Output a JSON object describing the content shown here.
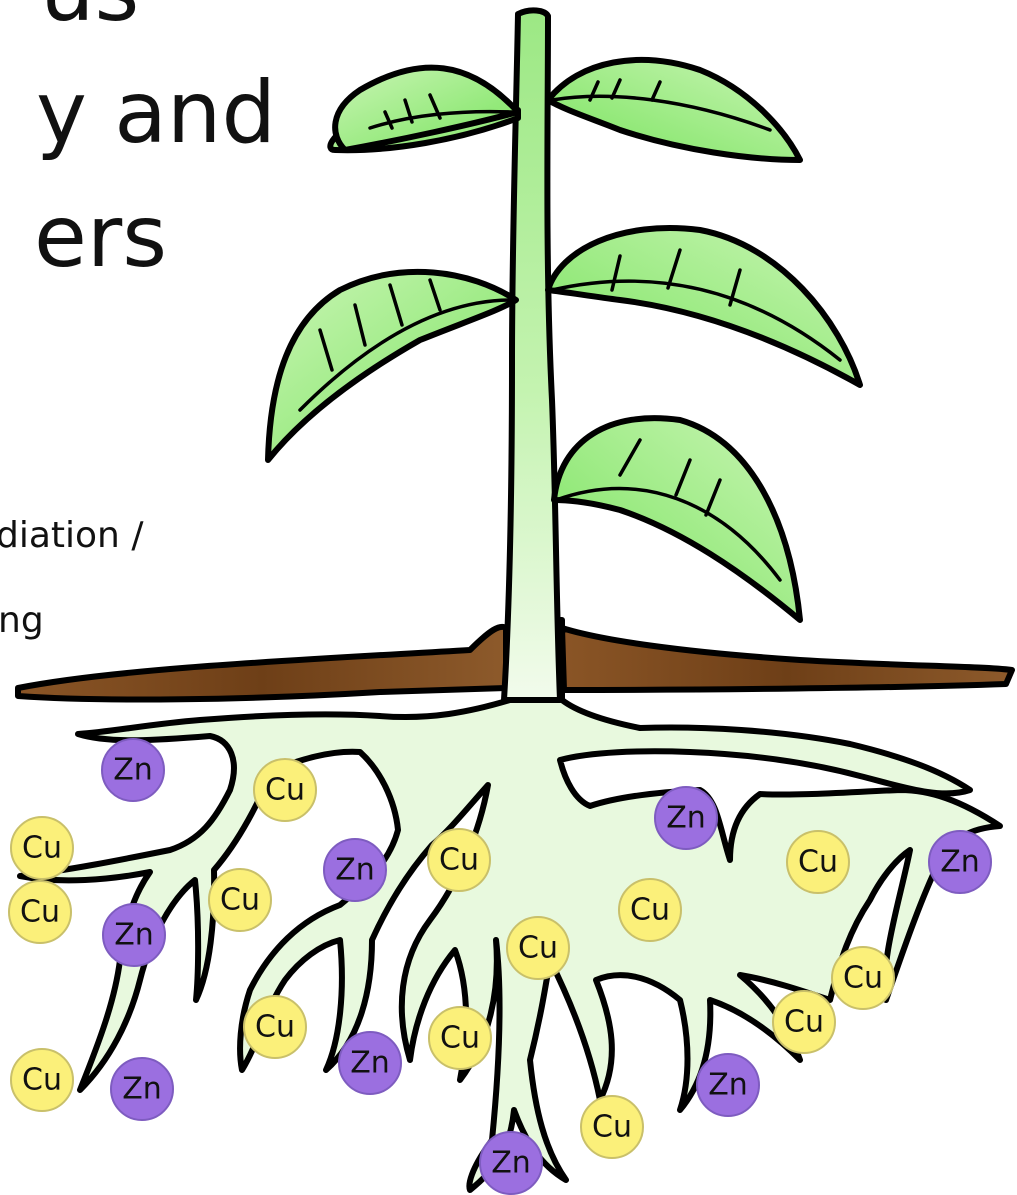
{
  "text": {
    "line1": "us",
    "line2": "y and",
    "line3": "ers",
    "line4": "diation /",
    "line5": "ng"
  },
  "colors": {
    "leaf": "#8be86f",
    "leaf_light": "#c9f5b4",
    "stem": "#b3f0a0",
    "root": "#e6f9dc",
    "soil": "#7a4a1e",
    "cu_fill": "#fbf07a",
    "zn_fill": "#9b6fe0",
    "outline": "#000000"
  },
  "ions": [
    {
      "label": "Zn"
    },
    {
      "label": "Cu"
    },
    {
      "label": "Cu"
    },
    {
      "label": "Cu"
    },
    {
      "label": "Zn"
    },
    {
      "label": "Cu"
    },
    {
      "label": "Zn"
    },
    {
      "label": "Cu"
    },
    {
      "label": "Zn"
    },
    {
      "label": "Cu"
    },
    {
      "label": "Zn"
    },
    {
      "label": "Cu"
    },
    {
      "label": "Cu"
    },
    {
      "label": "Cu"
    },
    {
      "label": "Cu"
    },
    {
      "label": "Zn"
    },
    {
      "label": "Cu"
    },
    {
      "label": "Cu"
    },
    {
      "label": "Cu"
    },
    {
      "label": "Zn"
    },
    {
      "label": "Cu"
    },
    {
      "label": "Zn"
    },
    {
      "label": "Zn"
    }
  ]
}
